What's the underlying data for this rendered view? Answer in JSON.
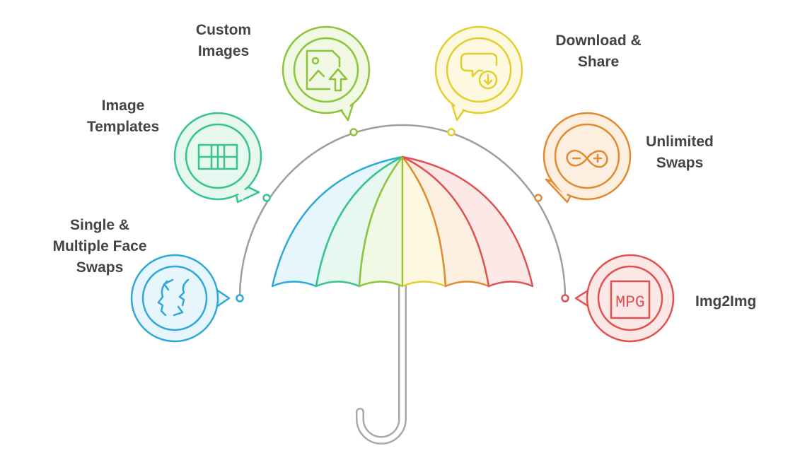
{
  "colors": {
    "arc": "#9e9e9e",
    "handle": "#a8a8a8",
    "blue": "#2fa8d8",
    "blue_fill": "#e6f6fc",
    "teal": "#35c48c",
    "teal_fill": "#e6f8ef",
    "green": "#8cc43a",
    "green_fill": "#f1f8e3",
    "yellow": "#e2cf2e",
    "yellow_fill": "#fcf9e0",
    "orange": "#e28a2e",
    "orange_fill": "#fcefe0",
    "red": "#e05252",
    "red_fill": "#fde8e8",
    "text": "#444444"
  },
  "features": [
    {
      "id": "single-multiple-face-swaps",
      "lines": [
        "Single &",
        "Multiple Face",
        "Swaps"
      ],
      "icon": "face-swap-icon",
      "color": "blue"
    },
    {
      "id": "image-templates",
      "lines": [
        "Image",
        "Templates"
      ],
      "icon": "template-grid-icon",
      "color": "teal"
    },
    {
      "id": "custom-images",
      "lines": [
        "Custom",
        "Images"
      ],
      "icon": "image-upload-icon",
      "color": "green"
    },
    {
      "id": "download-share",
      "lines": [
        "Download &",
        "Share"
      ],
      "icon": "chat-download-icon",
      "color": "yellow"
    },
    {
      "id": "unlimited-swaps",
      "lines": [
        "Unlimited",
        "Swaps"
      ],
      "icon": "infinity-plus-minus-icon",
      "color": "orange"
    },
    {
      "id": "img2img",
      "lines": [
        "Img2Img"
      ],
      "icon": "mpg-file-icon",
      "color": "red",
      "icon_text": "MPG"
    }
  ]
}
